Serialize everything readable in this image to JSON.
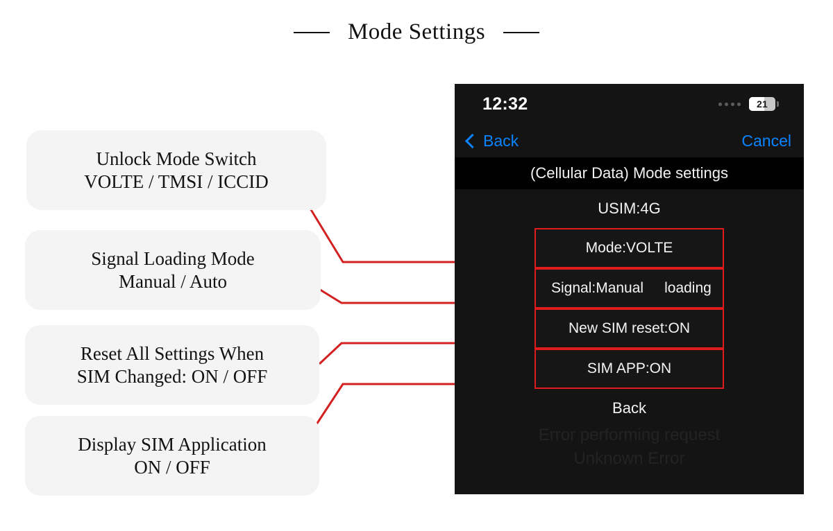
{
  "page": {
    "title": "Mode Settings"
  },
  "callouts": [
    {
      "line1": "Unlock Mode Switch",
      "line2": "VOLTE / TMSI / ICCID"
    },
    {
      "line1": "Signal Loading Mode",
      "line2": "Manual / Auto"
    },
    {
      "line1": "Reset All Settings When",
      "line2": "SIM Changed: ON / OFF"
    },
    {
      "line1": "Display SIM Application",
      "line2": "ON / OFF"
    }
  ],
  "phone": {
    "statusbar": {
      "time": "12:32",
      "battery_level": "21",
      "battery_icon": "battery-icon",
      "signal_icon": "signal-dots-icon"
    },
    "navbar": {
      "back_label": "Back",
      "back_icon": "chevron-left-icon",
      "cancel_label": "Cancel"
    },
    "sheet_header": "(Cellular Data) Mode settings",
    "usim_row": "USIM:4G",
    "options": [
      {
        "label": "Mode:VOLTE",
        "extra": "",
        "align": "center",
        "highlighted": true
      },
      {
        "label": "Signal:Manual",
        "extra": "loading",
        "align": "left",
        "highlighted": true
      },
      {
        "label": "New SIM reset:ON",
        "extra": "",
        "align": "center",
        "highlighted": true
      },
      {
        "label": "SIM APP:ON",
        "extra": "",
        "align": "center",
        "highlighted": true
      }
    ],
    "back_button": "Back",
    "ghost_text": {
      "line1": "Error performing request",
      "line2": "Unknown Error"
    }
  },
  "colors": {
    "highlight": "#e01b1b",
    "connector": "#d32020",
    "accent_blue": "#0b84ff",
    "panel_bg": "#141414",
    "callout_bg": "#f4f4f4"
  }
}
